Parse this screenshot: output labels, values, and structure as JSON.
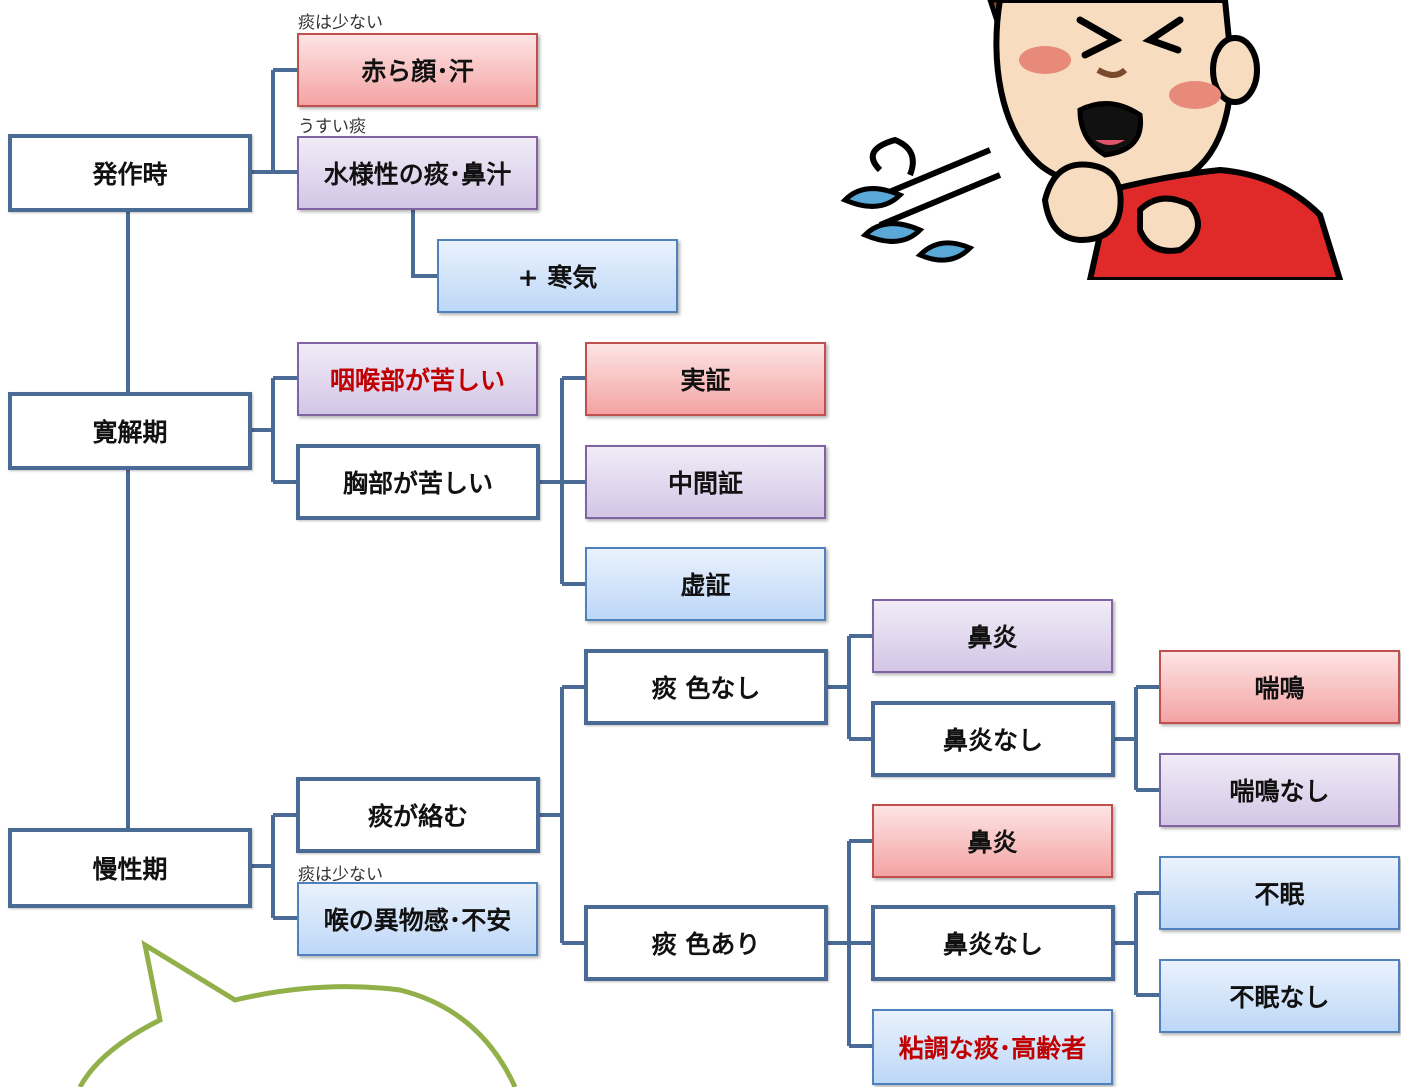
{
  "nodes": {
    "hossaji": "発作時",
    "akarakao": "赤ら顔･汗",
    "suiyousei": "水様性の痰･鼻汁",
    "samuke": "+ 寒気",
    "kankaiki": "寛解期",
    "intou": "咽喉部が苦しい",
    "kyoubu": "胸部が苦しい",
    "jissho": "実証",
    "chukansho": "中間証",
    "kyosho": "虚証",
    "manseiki": "慢性期",
    "tangakaramu": "痰が絡む",
    "nodonoibutsu": "喉の異物感･不安",
    "tan_ironashi": "痰 色なし",
    "tan_iroari": "痰 色あり",
    "bien_1": "鼻炎",
    "bien_nashi_1": "鼻炎なし",
    "zenmei": "喘鳴",
    "zenmei_nashi": "喘鳴なし",
    "bien_2": "鼻炎",
    "bien_nashi_2": "鼻炎なし",
    "nenchou": "粘調な痰･高齢者",
    "fumin": "不眠",
    "fumin_nashi": "不眠なし"
  },
  "notes": {
    "tan_sukunai_1": "痰は少ない",
    "usui_tan": "うすい痰",
    "tan_sukunai_2": "痰は少ない"
  },
  "colors": {
    "connector": "#4a6b95",
    "red_fill": "#f4a3a3",
    "purple_fill": "#d3c6e6",
    "blue_fill": "#bdd7f7",
    "highlight_text": "#c00000",
    "speech_bubble": "#92b04a"
  },
  "illustrations": {
    "sneezing_boy": "sneezing-boy-illustration",
    "speech_bubble": "speech-bubble"
  }
}
